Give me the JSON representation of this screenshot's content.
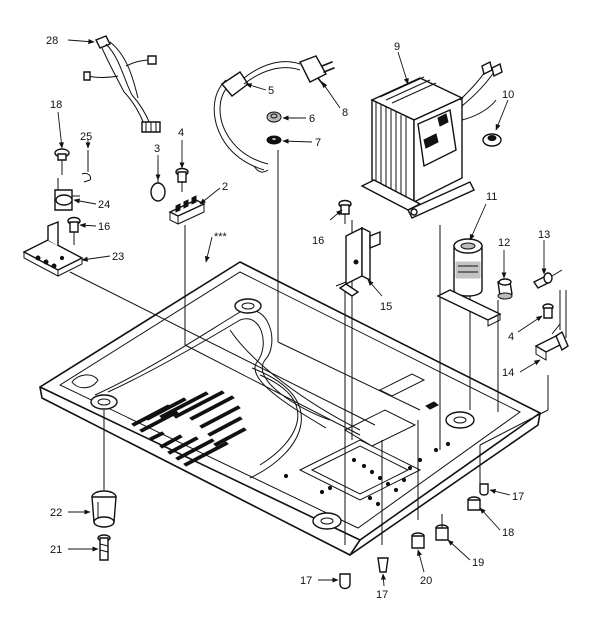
{
  "callouts": [
    {
      "id": "c28",
      "text": "28"
    },
    {
      "id": "c18a",
      "text": "18"
    },
    {
      "id": "c25",
      "text": "25"
    },
    {
      "id": "c3",
      "text": "3"
    },
    {
      "id": "c4a",
      "text": "4"
    },
    {
      "id": "c2",
      "text": "2"
    },
    {
      "id": "c5",
      "text": "5"
    },
    {
      "id": "c6",
      "text": "6"
    },
    {
      "id": "c7",
      "text": "7"
    },
    {
      "id": "c8",
      "text": "8"
    },
    {
      "id": "c9",
      "text": "9"
    },
    {
      "id": "c10",
      "text": "10"
    },
    {
      "id": "c24",
      "text": "24"
    },
    {
      "id": "c16a",
      "text": "16"
    },
    {
      "id": "c23",
      "text": "23"
    },
    {
      "id": "cstars",
      "text": "***"
    },
    {
      "id": "c16b",
      "text": "16"
    },
    {
      "id": "c15",
      "text": "15"
    },
    {
      "id": "c11",
      "text": "11"
    },
    {
      "id": "c12",
      "text": "12"
    },
    {
      "id": "c13",
      "text": "13"
    },
    {
      "id": "c4b",
      "text": "4"
    },
    {
      "id": "c14",
      "text": "14"
    },
    {
      "id": "c17a",
      "text": "17"
    },
    {
      "id": "c18b",
      "text": "18"
    },
    {
      "id": "c19",
      "text": "19"
    },
    {
      "id": "c20",
      "text": "20"
    },
    {
      "id": "c17b",
      "text": "17"
    },
    {
      "id": "c17c",
      "text": "17"
    },
    {
      "id": "c22",
      "text": "22"
    },
    {
      "id": "c21",
      "text": "21"
    }
  ]
}
